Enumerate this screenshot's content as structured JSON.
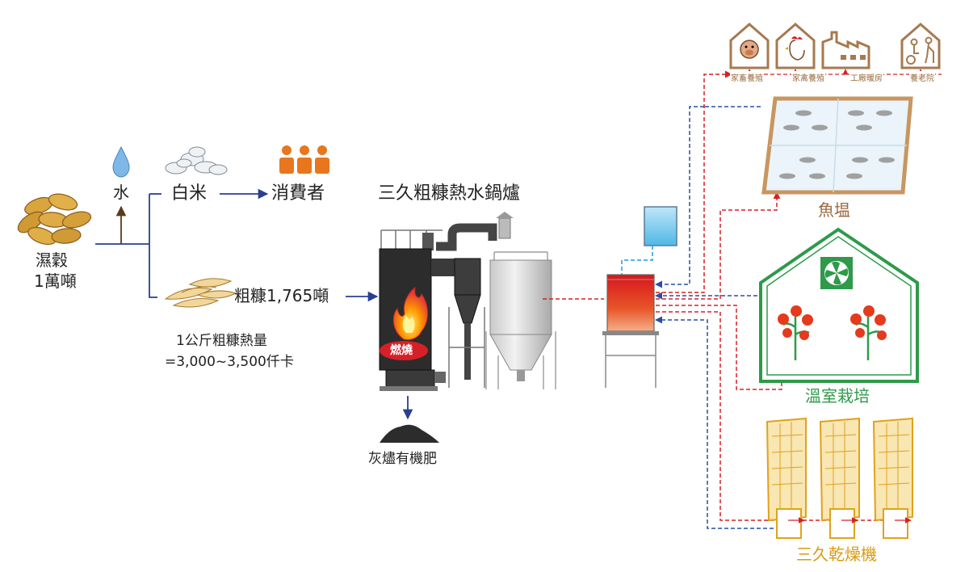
{
  "inputs": {
    "wet_grain_label": "濕穀",
    "wet_grain_amount": "1萬噸",
    "water_label": "水",
    "white_rice_label": "白米",
    "consumer_label": "消費者",
    "rice_husk_label": "粗糠1,765噸",
    "heat_value_line1": "1公斤粗糠熱量",
    "heat_value_line2": "=3,000~3,500仟卡"
  },
  "boiler": {
    "title": "三久粗糠熱水鍋爐",
    "burn_label": "燃燒",
    "ash_label": "灰燼有機肥"
  },
  "applications": {
    "buildings": [
      "家畜養殖",
      "家禽養殖",
      "工廠暖房",
      "養老院"
    ],
    "fish_pond": "魚塭",
    "greenhouse": "溫室栽培",
    "dryer": "三久乾燥機"
  },
  "colors": {
    "supply_line": "#d62027",
    "return_line": "#2a4fa0",
    "building_outline": "#a6794f",
    "greenhouse_green": "#2e9a4a",
    "dryer_gold": "#e0a21b",
    "consumer_orange": "#e8761d"
  }
}
